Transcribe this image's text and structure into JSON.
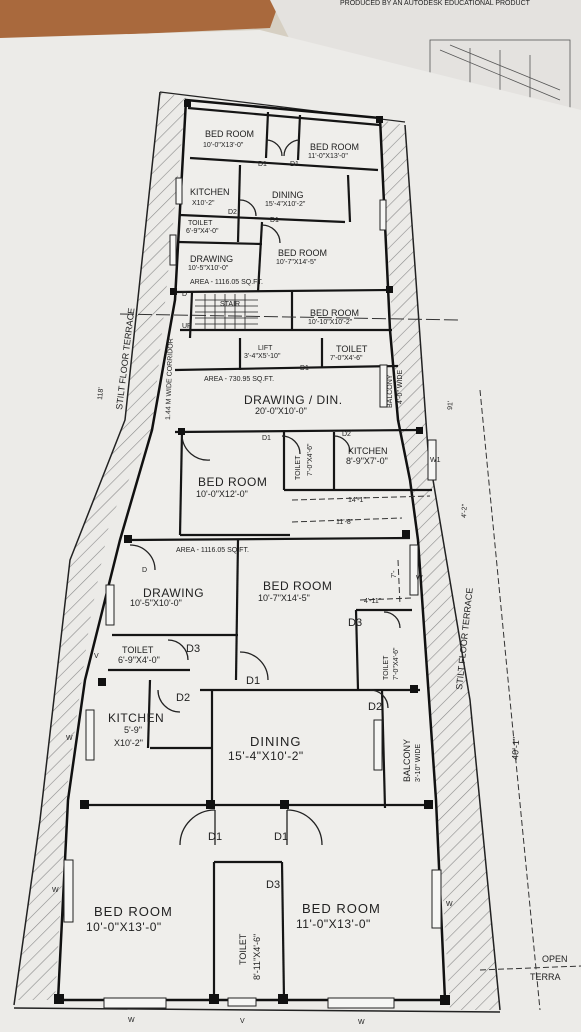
{
  "sheet": {
    "top_caption": "PRODUCED BY AN AUTODESK EDUCATIONAL PRODUCT"
  },
  "rooms": {
    "bed_room": "BED ROOM",
    "dining": "DINING",
    "kitchen": "KITCHEN",
    "toilet": "TOILET",
    "drawing": "DRAWING",
    "drawing_din": "DRAWING / DIN.",
    "balcony": "BALCONY",
    "lift": "LIFT",
    "stair": "STAIR",
    "area": "AREA"
  },
  "lower_flat": {
    "bed_room_bl": "10'-0\"X13'-0\"",
    "bed_room_br": "11'-0\"X13'-0\"",
    "toilet_bottom": "8'-11\"X4'-6\"",
    "dining": "15'-4\"X10'-2\"",
    "kitchen_a": "5'-9\"",
    "kitchen_b": "X10'-2\"",
    "balcony": "3'-10\" WIDE",
    "toilet_left": "6'-9\"X4'-0\"",
    "toilet_right": "7'-0\"X4'-6\"",
    "drawing": "10'-5\"X10'-0\"",
    "bed_room_mid": "10'-7\"X14'-5\"",
    "area": "AREA - 1116.05 SQ.FT.",
    "dim_1": "4'-11\"",
    "dim_2": "7'-",
    "dim_3": "11'-8\"",
    "dim_4": "14'-1\""
  },
  "middle_flat": {
    "bed_room": "10'-0\"X12'-0\"",
    "kitchen": "8'-9\"X7'-0\"",
    "toilet": "7'-0\"X4'-6\"",
    "drawing_din": "20'-0\"X10'-0\"",
    "balcony": "4'-0\" WIDE",
    "area": "AREA - 730.95 SQ.FT.",
    "lift": "3'-4\"X5'-10\"",
    "toilet_top": "7'-0\"X4'-6\""
  },
  "upper_flat": {
    "bed_room_tl": "10'-0\"X13'-0\"",
    "bed_room_tr": "11'-0\"X13'-0\"",
    "dining": "15'-4\"X10'-2\"",
    "kitchen": "X10'-2\"",
    "toilet": "6'-9\"X4'-0\"",
    "drawing": "10'-5\"X10'-0\"",
    "bed_room_mid": "10'-7\"X14'-5\"",
    "bed_room_low": "10'-10\"X10'-2\"",
    "area": "AREA - 1116.05 SQ.FT.",
    "stair": "STAIR",
    "up": "UP"
  },
  "doors": {
    "d1": "D1",
    "d2": "D2",
    "d3": "D3",
    "d": "D",
    "w": "W",
    "w1": "W1",
    "v": "V"
  },
  "terrace": {
    "left": "STILT FLOOR TERRACE",
    "right": "STILT FLOOR TERRACE",
    "corridor": "1.44 M WIDE CORRIDOR",
    "dim_total": "40'-1\"",
    "dim_small": "4'-2\"",
    "dim_left": "118'",
    "dim_right": "91'",
    "open_a": "OPEN",
    "open_b": "TERRA"
  },
  "colors": {
    "paper": "#ecebe8",
    "ink": "#2a2a2a",
    "hatch": "#8a8a8a",
    "background": "#d9d4cb"
  }
}
